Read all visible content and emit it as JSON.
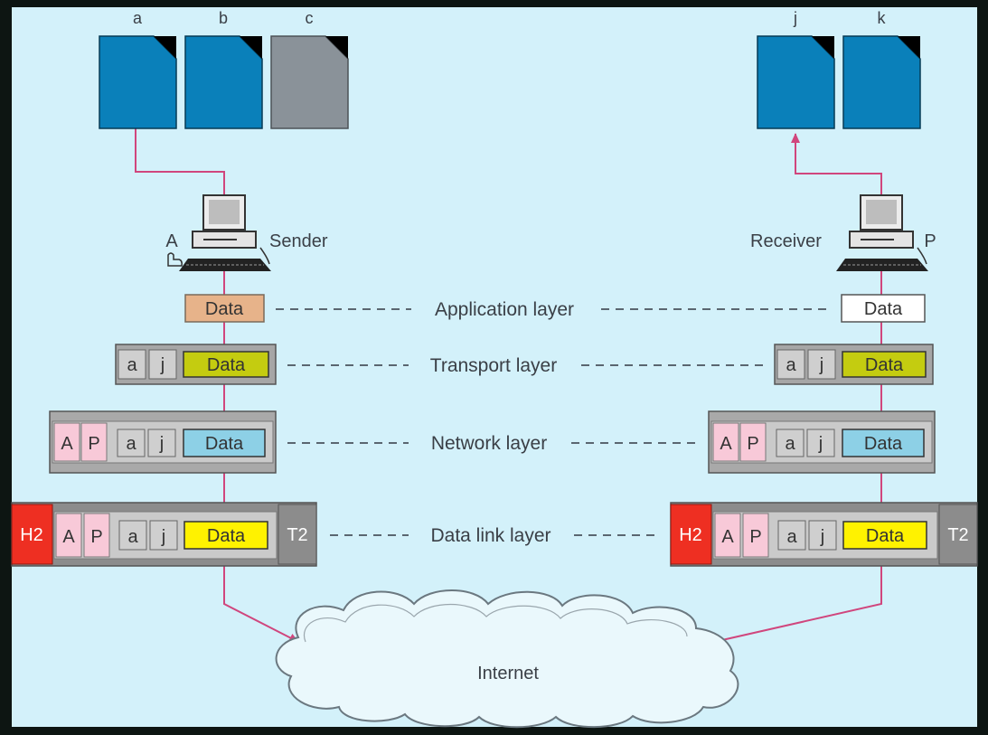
{
  "files": {
    "sender": [
      "a",
      "b",
      "c"
    ],
    "receiver": [
      "j",
      "k"
    ]
  },
  "hosts": {
    "sender": {
      "id": "A",
      "role": "Sender"
    },
    "receiver": {
      "id": "P",
      "role": "Receiver"
    }
  },
  "layers": {
    "application": "Application layer",
    "transport": "Transport layer",
    "network": "Network layer",
    "datalink": "Data link layer"
  },
  "fields": {
    "data": "Data",
    "src_port": "a",
    "dst_port": "j",
    "src_addr": "A",
    "dst_addr": "P",
    "header2": "H2",
    "trailer2": "T2"
  },
  "cloud": "Internet",
  "colors": {
    "background": "#d3f1fa",
    "file_blue": "#0a80ba",
    "file_gray": "#8a9299",
    "link_line": "#d0467d",
    "app_data_sender": "#e7b38a",
    "transport_data": "#c4cc10",
    "network_data": "#8dd0e6",
    "datalink_data": "#fff200",
    "header_red": "#ee2f22",
    "addr_pink": "#f8c9d8",
    "port_gray": "#cfcfcf"
  }
}
